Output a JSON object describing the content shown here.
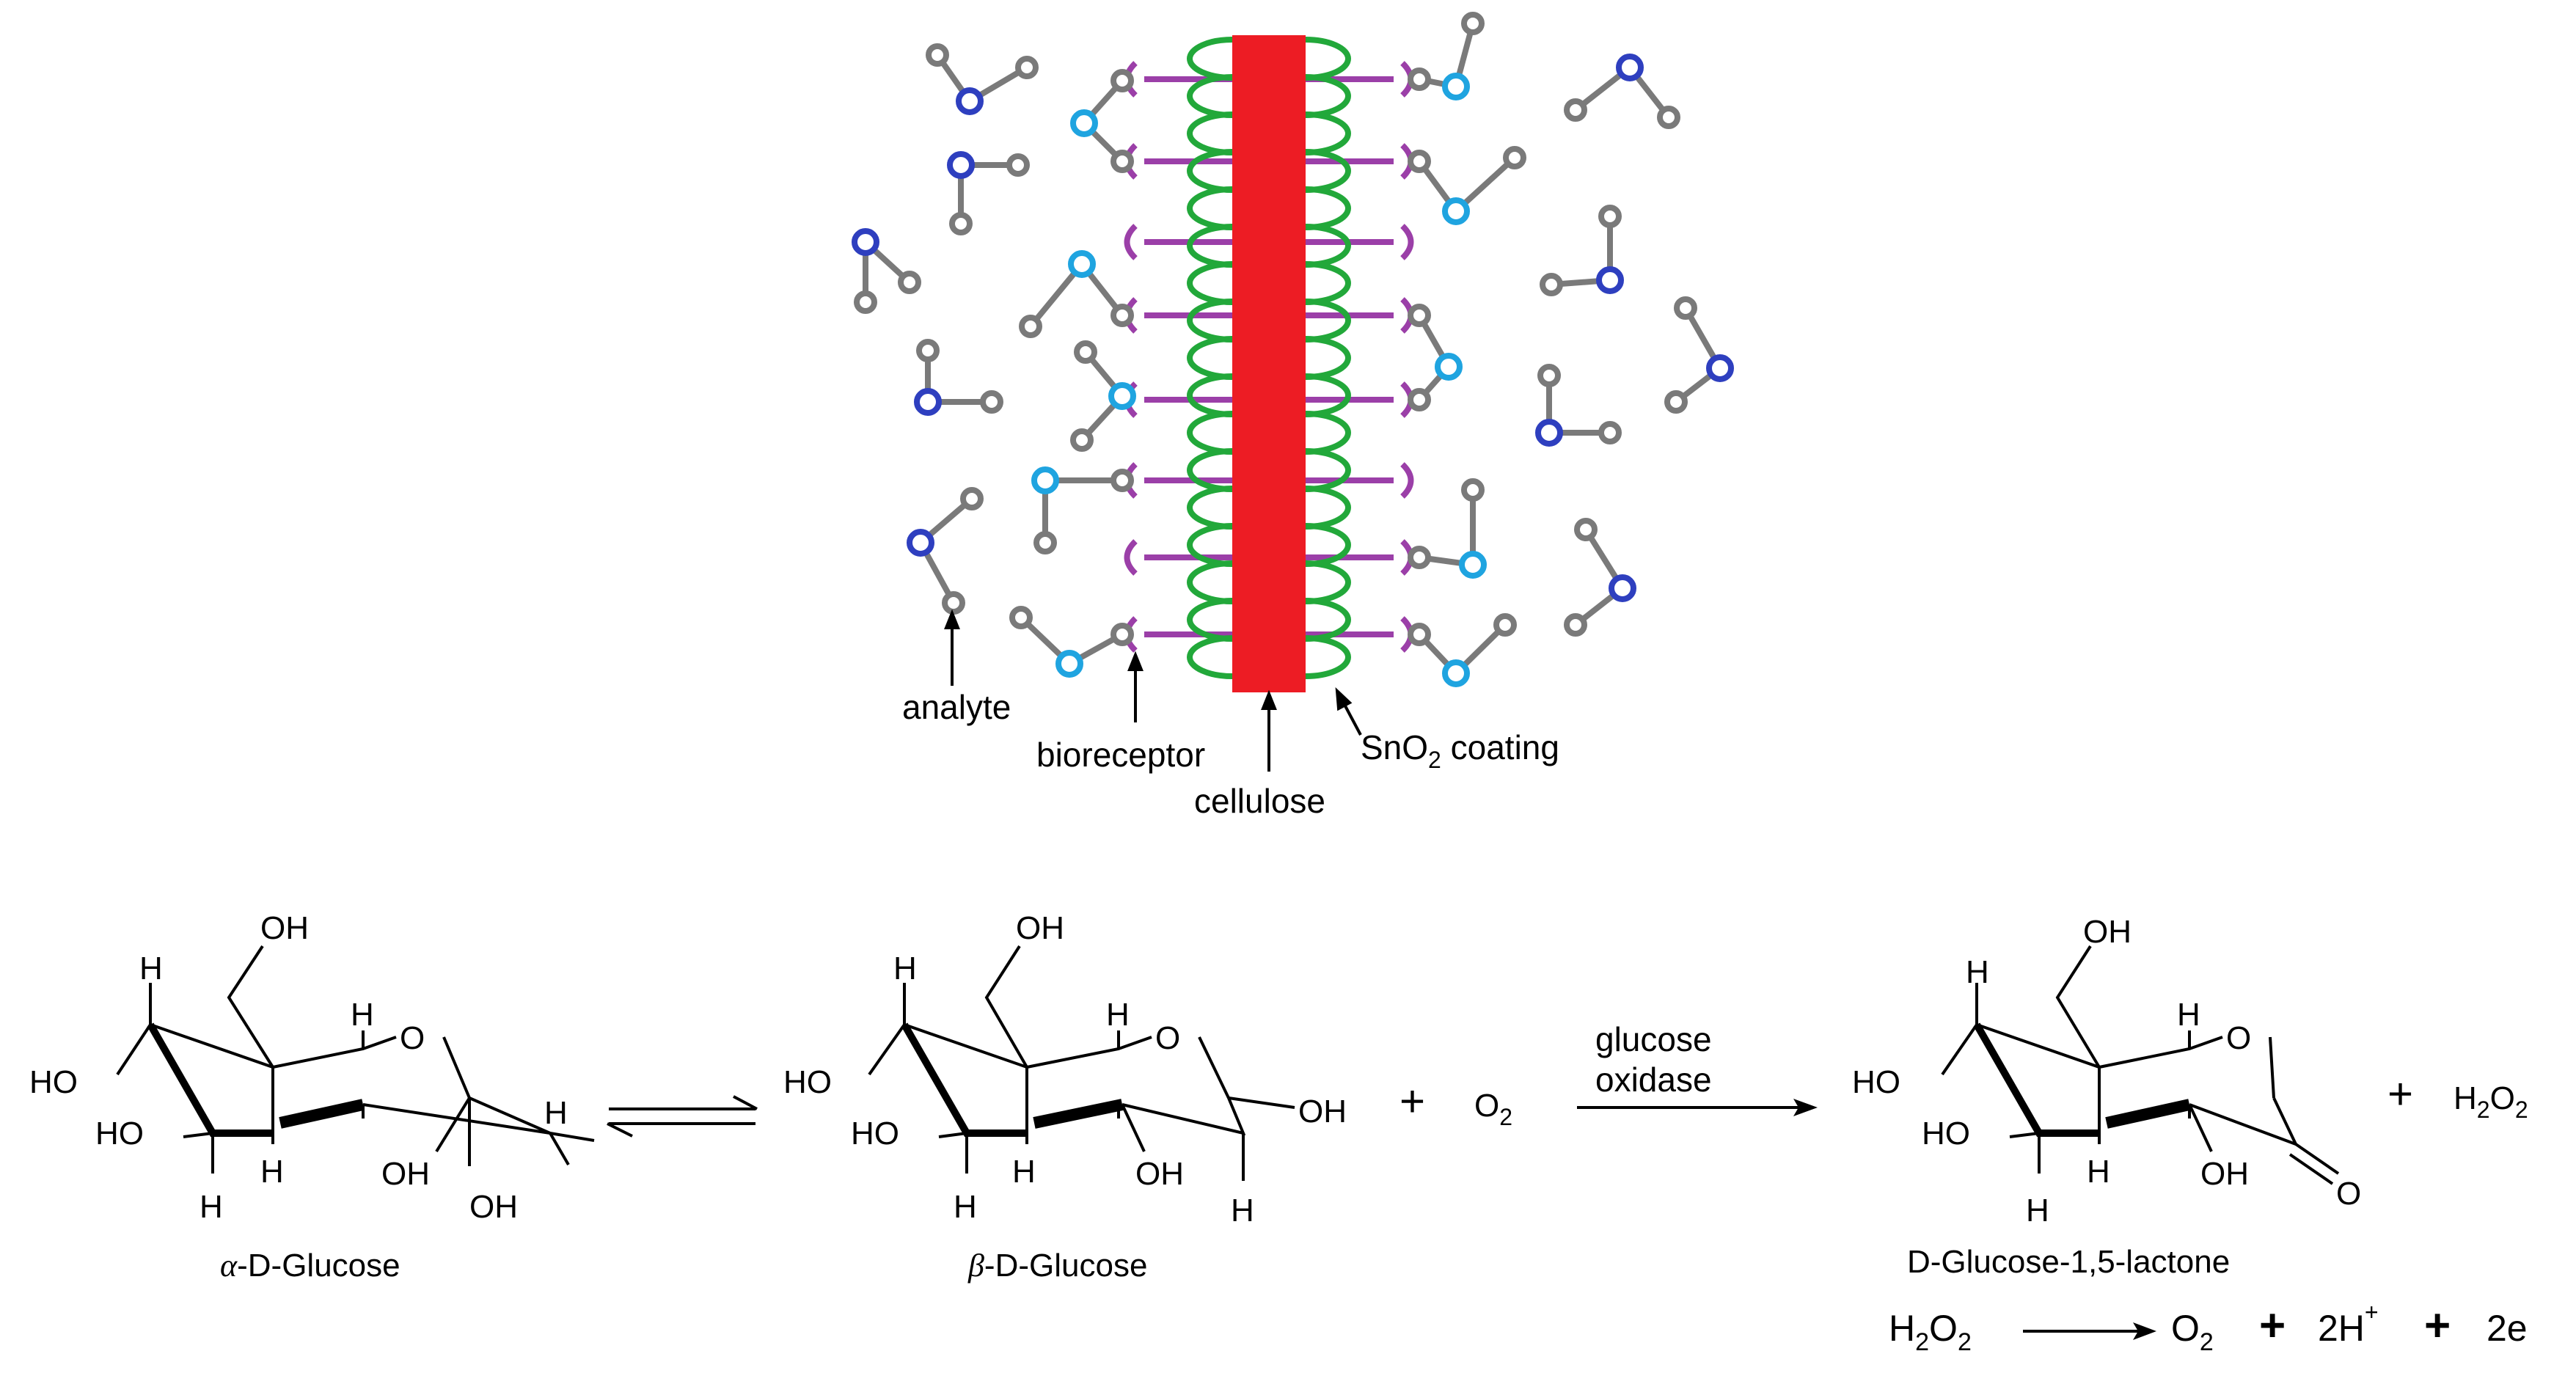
{
  "diagram": {
    "labels": {
      "analyte": "analyte",
      "bioreceptor": "bioreceptor",
      "cellulose": "cellulose",
      "coating_prefix": "SnO",
      "coating_sub": "2",
      "coating_suffix": " coating"
    },
    "colors": {
      "cellulose": "#ed1c24",
      "coating": "#22a83a",
      "bioreceptor": "#9b3fa8",
      "analyte_gray": "#7a7a7a",
      "analyte_blue": "#2e3fbf",
      "analyte_cyan": "#1fa4e0"
    }
  },
  "reaction": {
    "alpha_name_symbol": "α",
    "alpha_name_rest": "-D-Glucose",
    "beta_name_symbol": "β",
    "beta_name_rest": "-D-Glucose",
    "lactone_name": "D-Glucose-1,5-lactone",
    "enzyme_line1": "glucose",
    "enzyme_line2": "oxidase",
    "plus": "+",
    "o2_main": "O",
    "o2_sub": "2",
    "h2o2_h": "H",
    "h2o2_sub1": "2",
    "h2o2_o": "O",
    "h2o2_sub2": "2",
    "atoms": {
      "OH": "OH",
      "HO": "HO",
      "H": "H",
      "O": "O"
    },
    "decomp": {
      "left_h": "H",
      "left_sub1": "2",
      "left_o": "O",
      "left_sub2": "2",
      "o2_main": "O",
      "o2_sub": "2",
      "protons": "2H",
      "protons_sup": "+",
      "electrons": "2e"
    }
  }
}
